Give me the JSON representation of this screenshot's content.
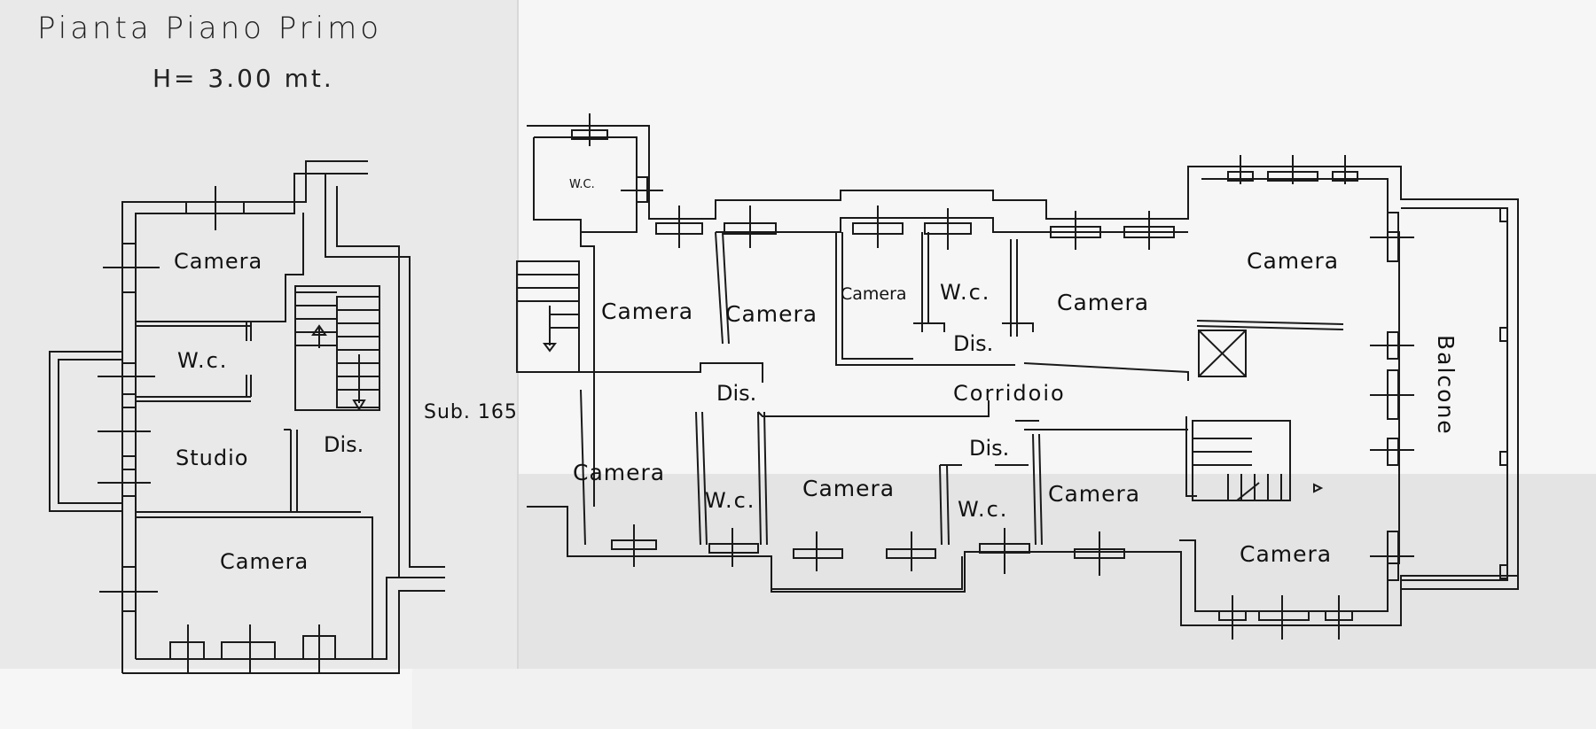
{
  "sheet": {
    "title": "Pianta Piano Primo",
    "height_note": "H= 3.00 mt."
  },
  "left_wing": {
    "rooms": [
      "Camera",
      "W.c.",
      "Studio",
      "Dis.",
      "Camera"
    ],
    "sub_label": "Sub. 165"
  },
  "main_wing": {
    "rooms_top": [
      "W.C.",
      "Camera",
      "Camera",
      "Camera",
      "W.c.",
      "Camera",
      "Camera",
      "Dis."
    ],
    "corridor": [
      "Dis.",
      "Corridoio",
      "Dis."
    ],
    "rooms_bottom": [
      "Camera",
      "W.c.",
      "Camera",
      "W.c.",
      "Camera",
      "Camera"
    ],
    "balcony": "Balcone"
  }
}
